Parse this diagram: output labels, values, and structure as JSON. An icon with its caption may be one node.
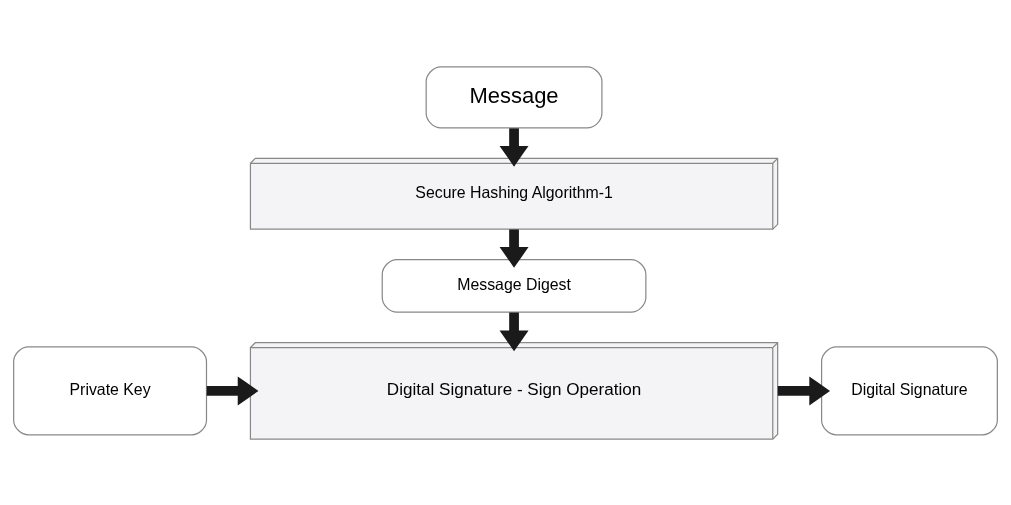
{
  "diagram": {
    "nodes": [
      {
        "text": [
          "Message"
        ]
      },
      {
        "text": [
          "Secure Hashing Algorithm-1"
        ]
      },
      {
        "text": [
          "Message Digest"
        ]
      },
      {
        "text": [
          "Private Key"
        ]
      },
      {
        "text": [
          "Digital Signature - Sign Operation"
        ]
      },
      {
        "text": [
          "Digital Signature"
        ]
      }
    ],
    "edges": [
      {
        "from": 0,
        "to": 1,
        "arrow": "to"
      },
      {
        "from": 1,
        "to": 2,
        "arrow": "to"
      },
      {
        "from": 2,
        "to": 4,
        "arrow": "to"
      },
      {
        "from": 3,
        "to": 4,
        "arrow": "to"
      },
      {
        "from": 4,
        "to": 5,
        "arrow": "to"
      }
    ]
  }
}
